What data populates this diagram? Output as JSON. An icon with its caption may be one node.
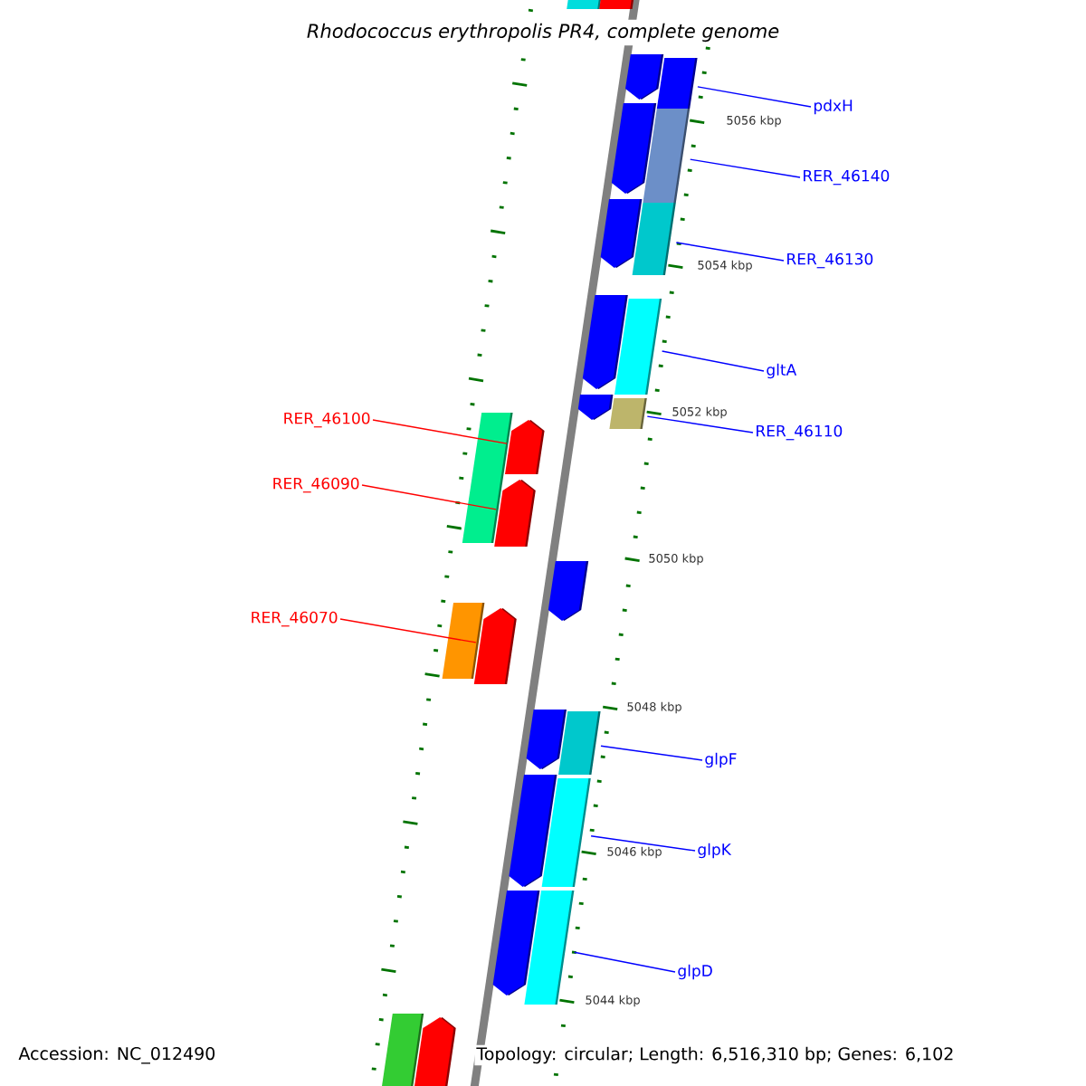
{
  "diagram": {
    "title": "Rhodococcus erythropolis PR4, complete genome",
    "nodes": [
      {
        "text": [
          "pdxH"
        ]
      },
      {
        "text": [
          "RER_46140"
        ]
      },
      {
        "text": [
          "RER_46130"
        ]
      },
      {
        "text": [
          "gltA"
        ]
      },
      {
        "text": [
          "RER_46110"
        ]
      },
      {
        "text": [
          "RER_46100"
        ]
      },
      {
        "text": [
          "RER_46090"
        ]
      },
      {
        "text": [
          "RER_46070"
        ]
      },
      {
        "text": [
          "glpF"
        ]
      },
      {
        "text": [
          "glpK"
        ]
      },
      {
        "text": [
          "glpD"
        ]
      },
      {
        "text": [],
        "shape": "box"
      },
      {
        "text": [],
        "shape": "box"
      },
      {
        "text": [],
        "shape": "pentagon"
      },
      {
        "text": [],
        "shape": "box"
      },
      {
        "text": [],
        "shape": "pentagon"
      },
      {
        "text": [],
        "shape": "box"
      },
      {
        "text": [],
        "shape": "pentagon"
      },
      {
        "text": [],
        "shape": "box"
      },
      {
        "text": [],
        "shape": "pentagon"
      },
      {
        "text": [],
        "shape": "box"
      },
      {
        "text": [],
        "shape": "pentagon"
      },
      {
        "text": [],
        "shape": "box"
      },
      {
        "text": [],
        "shape": "box"
      },
      {
        "text": [],
        "shape": "pentagon"
      },
      {
        "text": [],
        "shape": "pentagon"
      },
      {
        "text": [],
        "shape": "pentagon"
      },
      {
        "text": [],
        "shape": "box"
      },
      {
        "text": [],
        "shape": "pentagon"
      },
      {
        "text": [],
        "shape": "pentagon"
      },
      {
        "text": [],
        "shape": "box"
      },
      {
        "text": [],
        "shape": "pentagon"
      },
      {
        "text": [],
        "shape": "box"
      },
      {
        "text": [],
        "shape": "pentagon"
      },
      {
        "text": [],
        "shape": "box"
      },
      {
        "text": [],
        "shape": "box"
      },
      {
        "text": [],
        "shape": "pentagon"
      }
    ],
    "edges": [
      {
        "from": 0,
        "to": 14,
        "arrow": "none"
      },
      {
        "from": 1,
        "to": 16,
        "arrow": "none"
      },
      {
        "from": 2,
        "to": 18,
        "arrow": "none"
      },
      {
        "from": 3,
        "to": 20,
        "arrow": "none"
      },
      {
        "from": 4,
        "to": 22,
        "arrow": "none"
      },
      {
        "from": 5,
        "to": 24,
        "arrow": "none",
        "color": "#ff0000"
      },
      {
        "from": 6,
        "to": 25,
        "arrow": "none",
        "color": "#ff0000"
      },
      {
        "from": 7,
        "to": 28,
        "arrow": "none",
        "color": "#ff0000"
      },
      {
        "from": 8,
        "to": 30,
        "arrow": "none"
      },
      {
        "from": 9,
        "to": 32,
        "arrow": "none"
      },
      {
        "from": 10,
        "to": 34,
        "arrow": "none"
      }
    ],
    "labels": [
      "5056 kbp",
      "5054 kbp",
      "5052 kbp",
      "5050 kbp",
      "5048 kbp",
      "5046 kbp",
      "5044 kbp",
      "Accession: NC_012490",
      "Topology: circular; Length: 6,516,310 bp; Genes: 6,102"
    ]
  }
}
